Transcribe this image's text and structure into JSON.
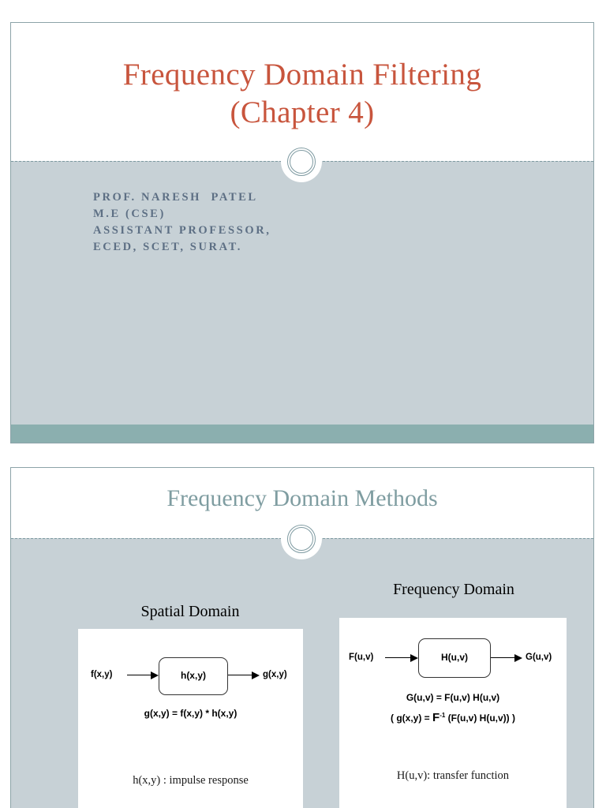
{
  "theme": {
    "title_color": "#c8553d",
    "heading_color": "#7f9da1",
    "body_bg": "#c7d1d6",
    "footer_bg": "#8bafaf",
    "border_color": "#8ca3a8",
    "subtitle_color": "#5d6f84"
  },
  "slides": [
    {
      "title": "Frequency Domain Filtering (Chapter 4)",
      "title_line_1": "Frequency Domain Filtering",
      "title_line_2": "(Chapter 4)",
      "subtitle_lines": [
        "PROF. NARESH  PATEL",
        "M.E (CSE)",
        "ASSISTANT PROFESSOR,",
        "ECED, SCET, SURAT."
      ]
    },
    {
      "title": "Frequency Domain Methods",
      "panels": [
        {
          "heading": "Spatial Domain",
          "input_label": "f(x,y)",
          "block_label": "h(x,y)",
          "output_label": "g(x,y)",
          "formula": "g(x,y) = f(x,y) * h(x,y)",
          "caption": "h(x,y) : impulse response"
        },
        {
          "heading": "Frequency Domain",
          "input_label": "F(u,v)",
          "block_label": "H(u,v)",
          "output_label": "G(u,v)",
          "formula": "G(u,v) = F(u,v) H(u,v)",
          "formula_2_prefix": "( g(x,y) = ",
          "formula_2_symbol": "F",
          "formula_2_exponent": "-1",
          "formula_2_suffix": " (F(u,v) H(u,v)) )",
          "caption": "H(u,v): transfer function"
        }
      ]
    }
  ]
}
